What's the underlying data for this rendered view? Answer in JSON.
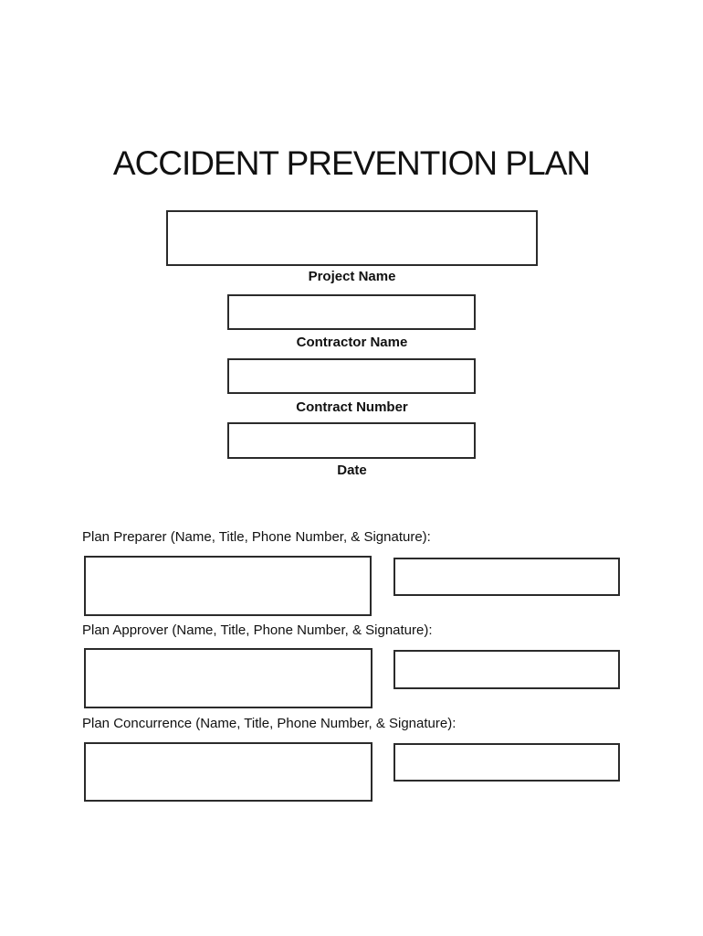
{
  "title": "ACCIDENT PREVENTION PLAN",
  "header_form": {
    "fields": [
      {
        "label": "Project Name",
        "value": ""
      },
      {
        "label": "Contractor Name",
        "value": ""
      },
      {
        "label": "Contract Number",
        "value": ""
      },
      {
        "label": "Date",
        "value": ""
      }
    ]
  },
  "signature_sections": [
    {
      "label": "Plan Preparer (Name, Title, Phone Number, & Signature):",
      "info_value": "",
      "signature_value": ""
    },
    {
      "label": "Plan Approver (Name, Title, Phone Number, & Signature):",
      "info_value": "",
      "signature_value": ""
    },
    {
      "label": "Plan Concurrence (Name, Title, Phone Number, & Signature):",
      "info_value": "",
      "signature_value": ""
    }
  ],
  "colors": {
    "page_background": "#ffffff",
    "box_border": "#2b2b2b",
    "text": "#111111"
  }
}
